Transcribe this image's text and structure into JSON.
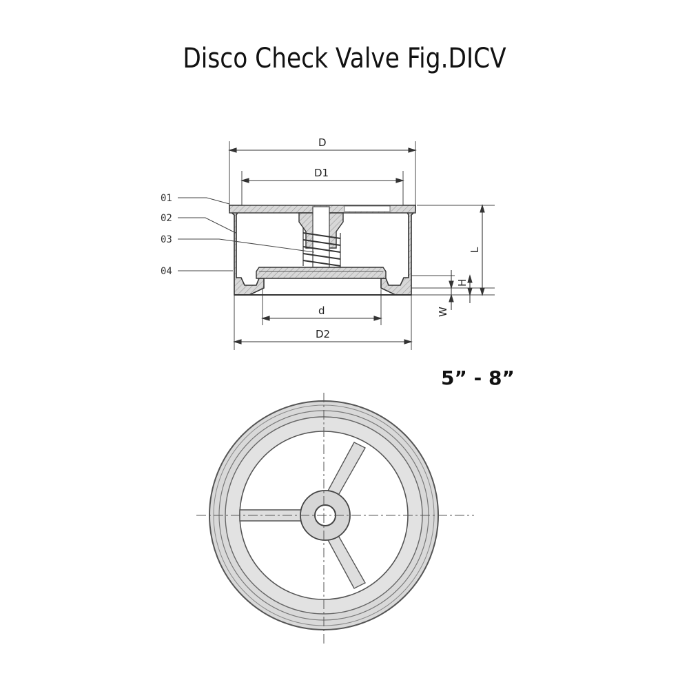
{
  "title": "Disco Check Valve Fig.DICV",
  "size_range": "5” - 8”",
  "section_view": {
    "part_labels": [
      "01",
      "02",
      "03",
      "04"
    ],
    "dimension_labels": {
      "D": "D",
      "D1": "D1",
      "d": "d",
      "D2": "D2",
      "L": "L",
      "H": "H",
      "W": "W"
    }
  }
}
